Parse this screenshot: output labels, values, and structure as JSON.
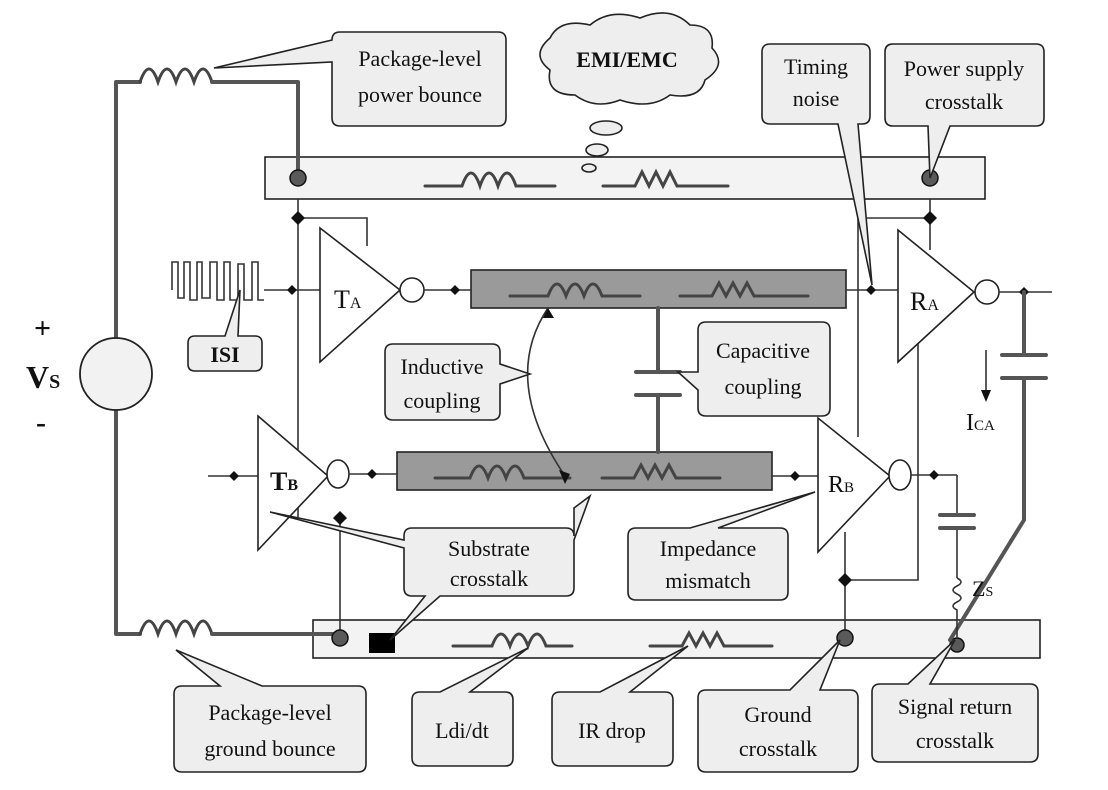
{
  "labels": {
    "pkg_power_bounce": [
      "Package-level",
      "power bounce"
    ],
    "emi_emc": "EMI/EMC",
    "timing_noise": [
      "Timing",
      "noise"
    ],
    "power_supply_crosstalk": [
      "Power supply",
      "crosstalk"
    ],
    "isi": "ISI",
    "inductive_coupling": [
      "Inductive",
      "coupling"
    ],
    "capacitive_coupling": [
      "Capacitive",
      "coupling"
    ],
    "substrate_crosstalk": [
      "Substrate",
      "crosstalk"
    ],
    "impedance_mismatch": [
      "Impedance",
      "mismatch"
    ],
    "pkg_ground_bounce": [
      "Package-level",
      "ground bounce"
    ],
    "ldi_dt": "Ldi/dt",
    "ir_drop": "IR drop",
    "ground_crosstalk": [
      "Ground",
      "crosstalk"
    ],
    "signal_return_crosstalk": [
      "Signal return",
      "crosstalk"
    ]
  },
  "components": {
    "source_plus": "+",
    "source_name": "V",
    "source_sub": "S",
    "source_minus": "-",
    "ta_main": "T",
    "ta_sub": "A",
    "tb_main": "T",
    "tb_sub": "B",
    "ra_main": "R",
    "ra_sub": "A",
    "rb_main": "R",
    "rb_sub": "B",
    "ica_main": "I",
    "ica_sub": "CA",
    "zs_main": "Z",
    "zs_sub": "S"
  }
}
